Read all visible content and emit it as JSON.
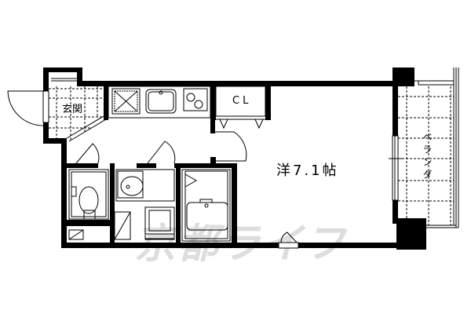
{
  "floor_plan": {
    "rooms": {
      "entrance": {
        "label": "玄関"
      },
      "closet": {
        "label": "CL"
      },
      "western_room": {
        "label": "洋7.1帖",
        "type": "洋",
        "size": "7.1",
        "unit": "帖"
      },
      "balcony": {
        "label": "ベランダ"
      }
    },
    "watermark": "京都ライフ",
    "colors": {
      "wall": "#000000",
      "background": "#ffffff",
      "watermark": "#d8d8d8"
    }
  }
}
